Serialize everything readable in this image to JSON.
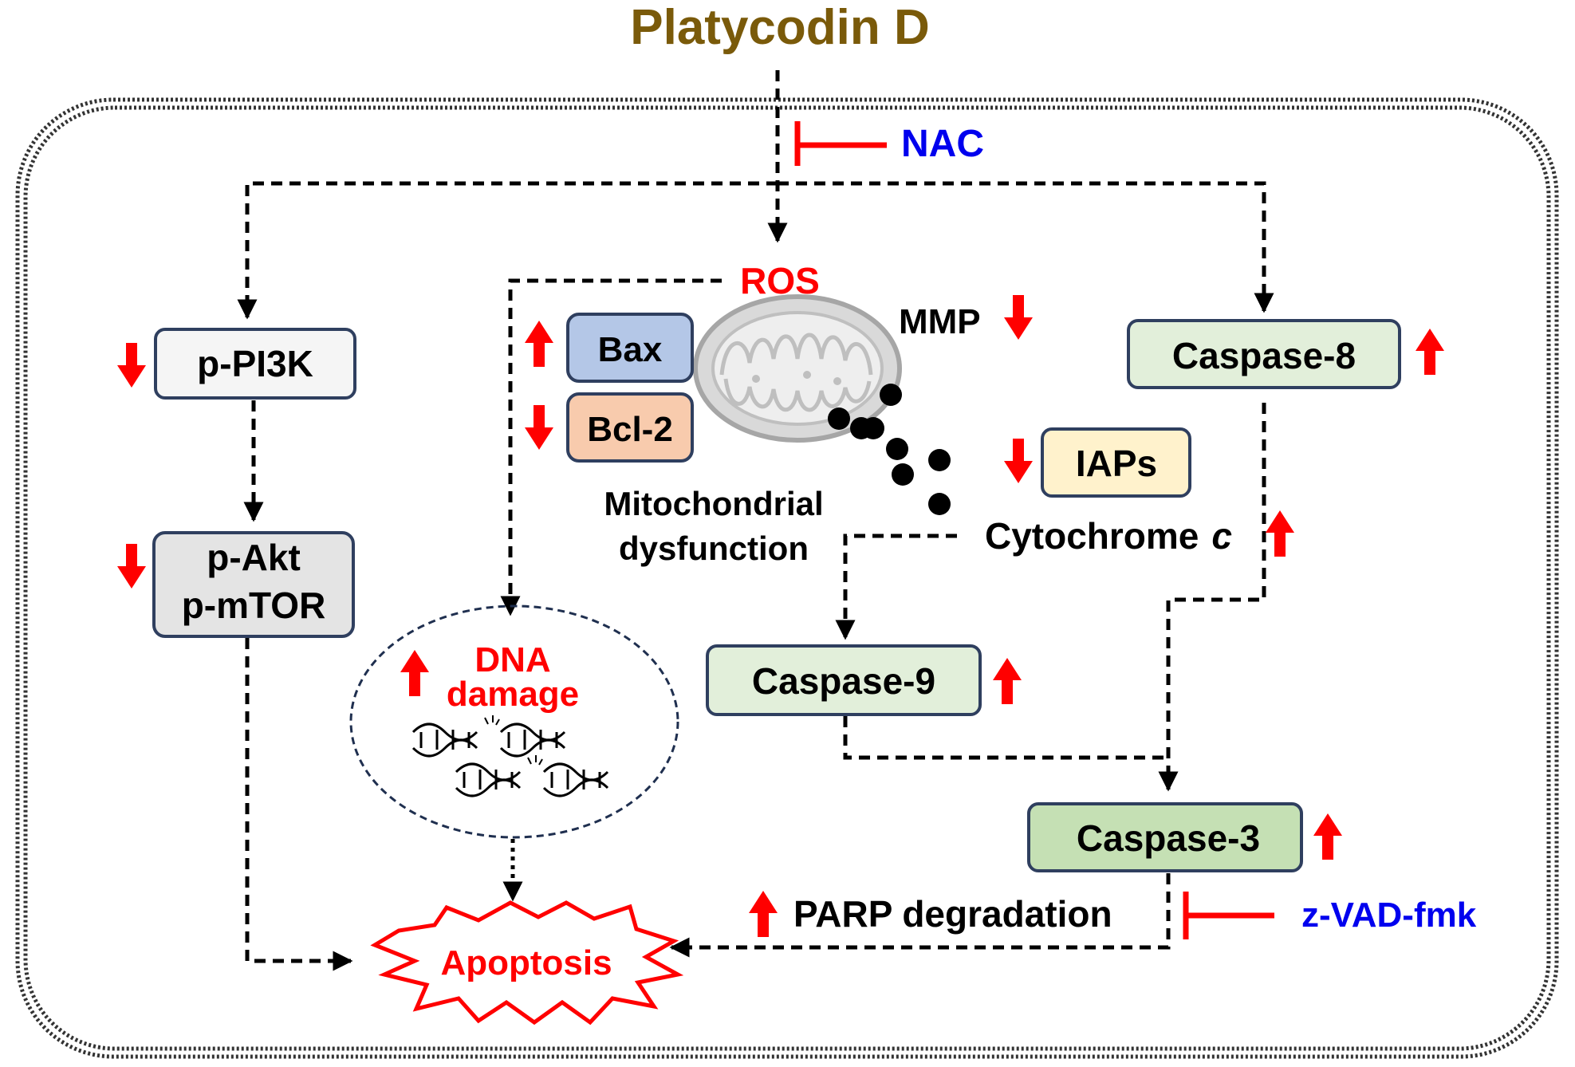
{
  "title": "Platycodin D",
  "inhibitors": {
    "nac": "NAC",
    "zvad": "z-VAD-fmk"
  },
  "nodes": {
    "ros": "ROS",
    "mmp": "MMP",
    "bax": "Bax",
    "bcl2": "Bcl-2",
    "mito_line1": "Mitochondrial",
    "mito_line2": "dysfunction",
    "ppi3k": "p-PI3K",
    "pakt": "p-Akt",
    "pmtor": "p-mTOR",
    "caspase8": "Caspase-8",
    "caspase9": "Caspase-9",
    "caspase3": "Caspase-3",
    "iaps": "IAPs",
    "cytochrome": "Cytochrome",
    "cytochrome_c": "c",
    "dna_line1": "DNA",
    "dna_line2": "damage",
    "parp": "PARP degradation",
    "apoptosis": "Apoptosis"
  },
  "colors": {
    "title": "#7a5a0a",
    "red": "#ff0000",
    "blue": "#0000ee",
    "bax_fill": "#b4c7e7",
    "bcl2_fill": "#f8cbad",
    "iaps_fill": "#fff2cc",
    "caspase_fill": "#e2efda",
    "caspase3_fill": "#c5e0b4",
    "ppi3k_fill": "#f5f5f5",
    "pakt_fill": "#e4e4e4"
  }
}
